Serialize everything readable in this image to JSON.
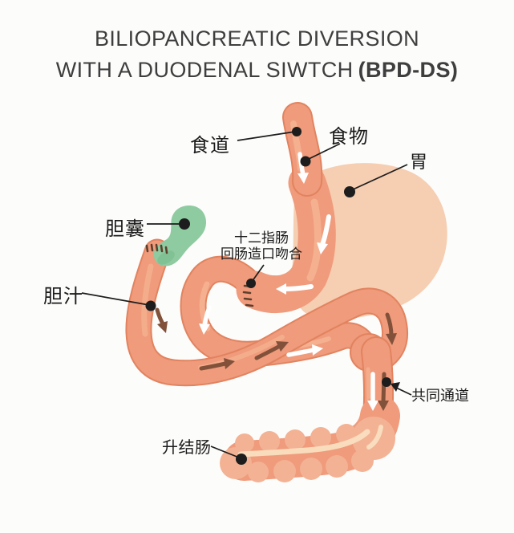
{
  "title": {
    "line1": "BILIOPANCREATIC DIVERSION",
    "line2_regular": "WITH A DUODENAL SIWTCH",
    "line2_bold": "(BPD-DS)"
  },
  "labels": {
    "esophagus": "食道",
    "food": "食物",
    "stomach": "胃",
    "gallbladder": "胆囊",
    "anastomosis_line1": "十二指肠",
    "anastomosis_line2": "回肠造口吻合",
    "bile": "胆汁",
    "common_channel": "共同通道",
    "ascending_colon": "升结肠"
  },
  "colors": {
    "background": "#FCFCFB",
    "intestine_salmon": "#EF9B7C",
    "intestine_outline": "#E2835F",
    "intestine_highlight": "#F6B493",
    "stomach_removed_light": "#F6CEB2",
    "stomach_sleeve": "#F0997B",
    "colon_pink": "#F3B294",
    "colon_highlight": "#F9DFC0",
    "gallbladder_green": "#8FCBA0",
    "gallbladder_green_dark": "#7ABD8F",
    "bile_arrow_brown": "#82513A",
    "food_arrow_white": "#FFFFFF",
    "suture_brown": "#5E3F2C",
    "label_text": "#1B1B1B",
    "title_text": "#3E3E3E"
  }
}
